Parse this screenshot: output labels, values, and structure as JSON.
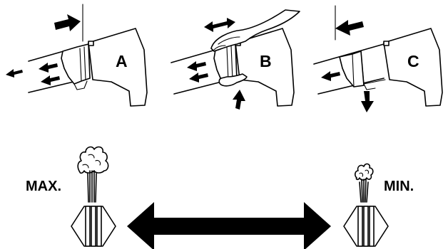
{
  "panels": [
    {
      "id": "A",
      "label": "A"
    },
    {
      "id": "B",
      "label": "B"
    },
    {
      "id": "C",
      "label": "C"
    }
  ],
  "scale": {
    "max_label": "MAX.",
    "min_label": "MIN."
  },
  "icons": {
    "push": "arrow-right-icon",
    "slide": "double-arrow-icon",
    "pull": "arrow-left-icon",
    "flow": "outlet-flow-icon",
    "steam": "steam-cloud-icon",
    "nozzle": "nozzle-icon"
  }
}
